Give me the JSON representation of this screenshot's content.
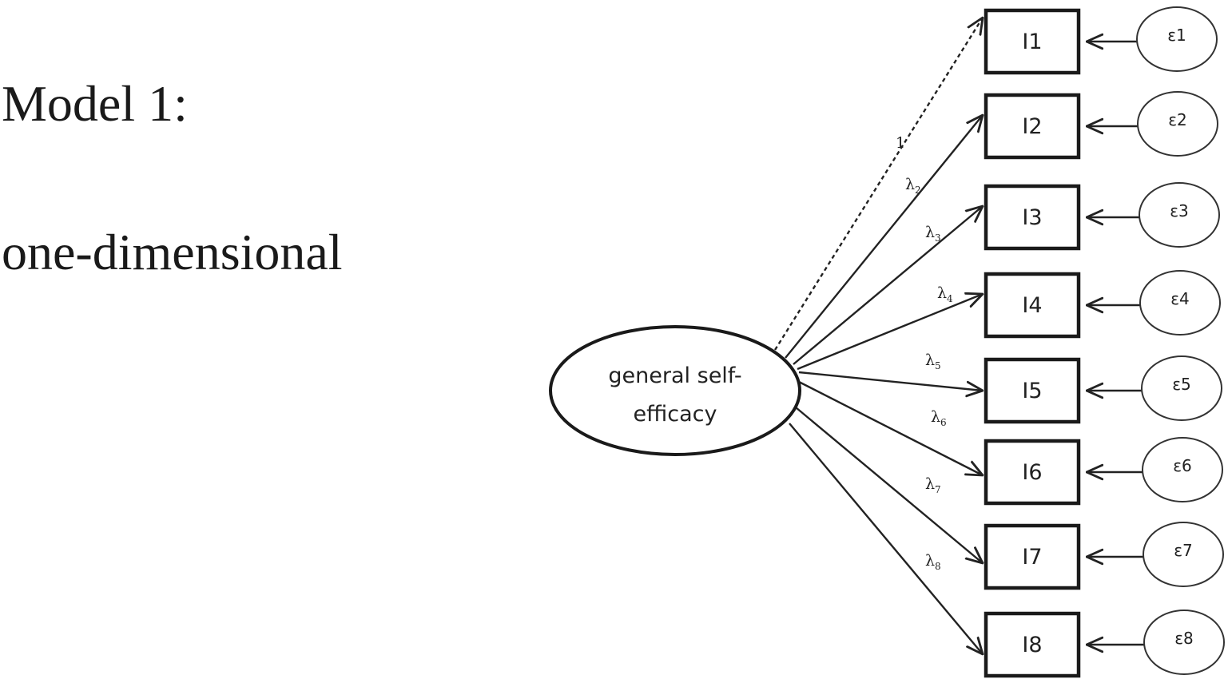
{
  "title": "Model 1:",
  "subtitle": "one-dimensional",
  "latent": {
    "line1": "general self-",
    "line2": "efficacy"
  },
  "items": [
    {
      "label": "I1",
      "error": "ε1",
      "loading": "1",
      "loading_sub": "",
      "fixed": true
    },
    {
      "label": "I2",
      "error": "ε2",
      "loading": "λ",
      "loading_sub": "2",
      "fixed": false
    },
    {
      "label": "I3",
      "error": "ε3",
      "loading": "λ",
      "loading_sub": "3",
      "fixed": false
    },
    {
      "label": "I4",
      "error": "ε4",
      "loading": "λ",
      "loading_sub": "4",
      "fixed": false
    },
    {
      "label": "I5",
      "error": "ε5",
      "loading": "λ",
      "loading_sub": "5",
      "fixed": false
    },
    {
      "label": "I6",
      "error": "ε6",
      "loading": "λ",
      "loading_sub": "6",
      "fixed": false
    },
    {
      "label": "I7",
      "error": "ε7",
      "loading": "λ",
      "loading_sub": "7",
      "fixed": false
    },
    {
      "label": "I8",
      "error": "ε8",
      "loading": "λ",
      "loading_sub": "8",
      "fixed": false
    }
  ]
}
